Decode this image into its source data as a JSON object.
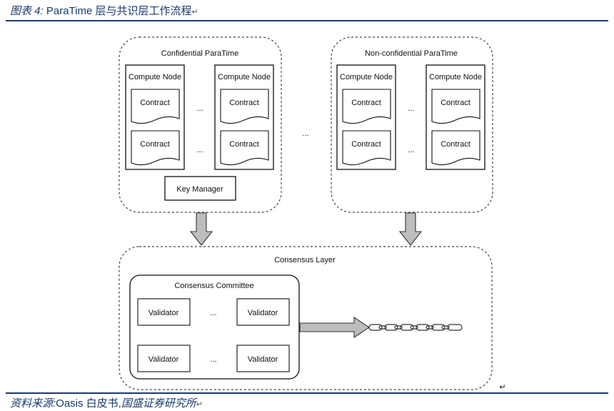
{
  "caption": {
    "prefix": "图表 4:",
    "title": "ParaTime 层与共识层工作流程",
    "return_mark": "↵"
  },
  "source": {
    "prefix": "资料来源:",
    "text": "Oasis 白皮书,",
    "org": "国盛证券研究所",
    "return_mark": "↵"
  },
  "diagram": {
    "confidential": {
      "title": "Confidential ParaTime",
      "node_left": {
        "label": "Compute Node",
        "contracts": [
          "Contract",
          "Contract"
        ]
      },
      "node_right": {
        "label": "Compute Node",
        "contracts": [
          "Contract",
          "Contract"
        ]
      },
      "ellipsis": [
        "...",
        "..."
      ],
      "key_manager": "Key Manager"
    },
    "between_ellipsis": "...",
    "non_confidential": {
      "title": "Non-confidential ParaTime",
      "node_left": {
        "label": "Compute Node",
        "contracts": [
          "Contract",
          "Contract"
        ]
      },
      "node_right": {
        "label": "Compute Node",
        "contracts": [
          "Contract",
          "Contract"
        ]
      },
      "ellipsis": [
        "...",
        "..."
      ]
    },
    "consensus": {
      "title": "Consensus Layer",
      "committee_title": "Consensus Committee",
      "validators": [
        "Validator",
        "Validator",
        "Validator",
        "Validator"
      ],
      "ellipsis": [
        "...",
        "..."
      ],
      "return_mark": "↵"
    }
  }
}
